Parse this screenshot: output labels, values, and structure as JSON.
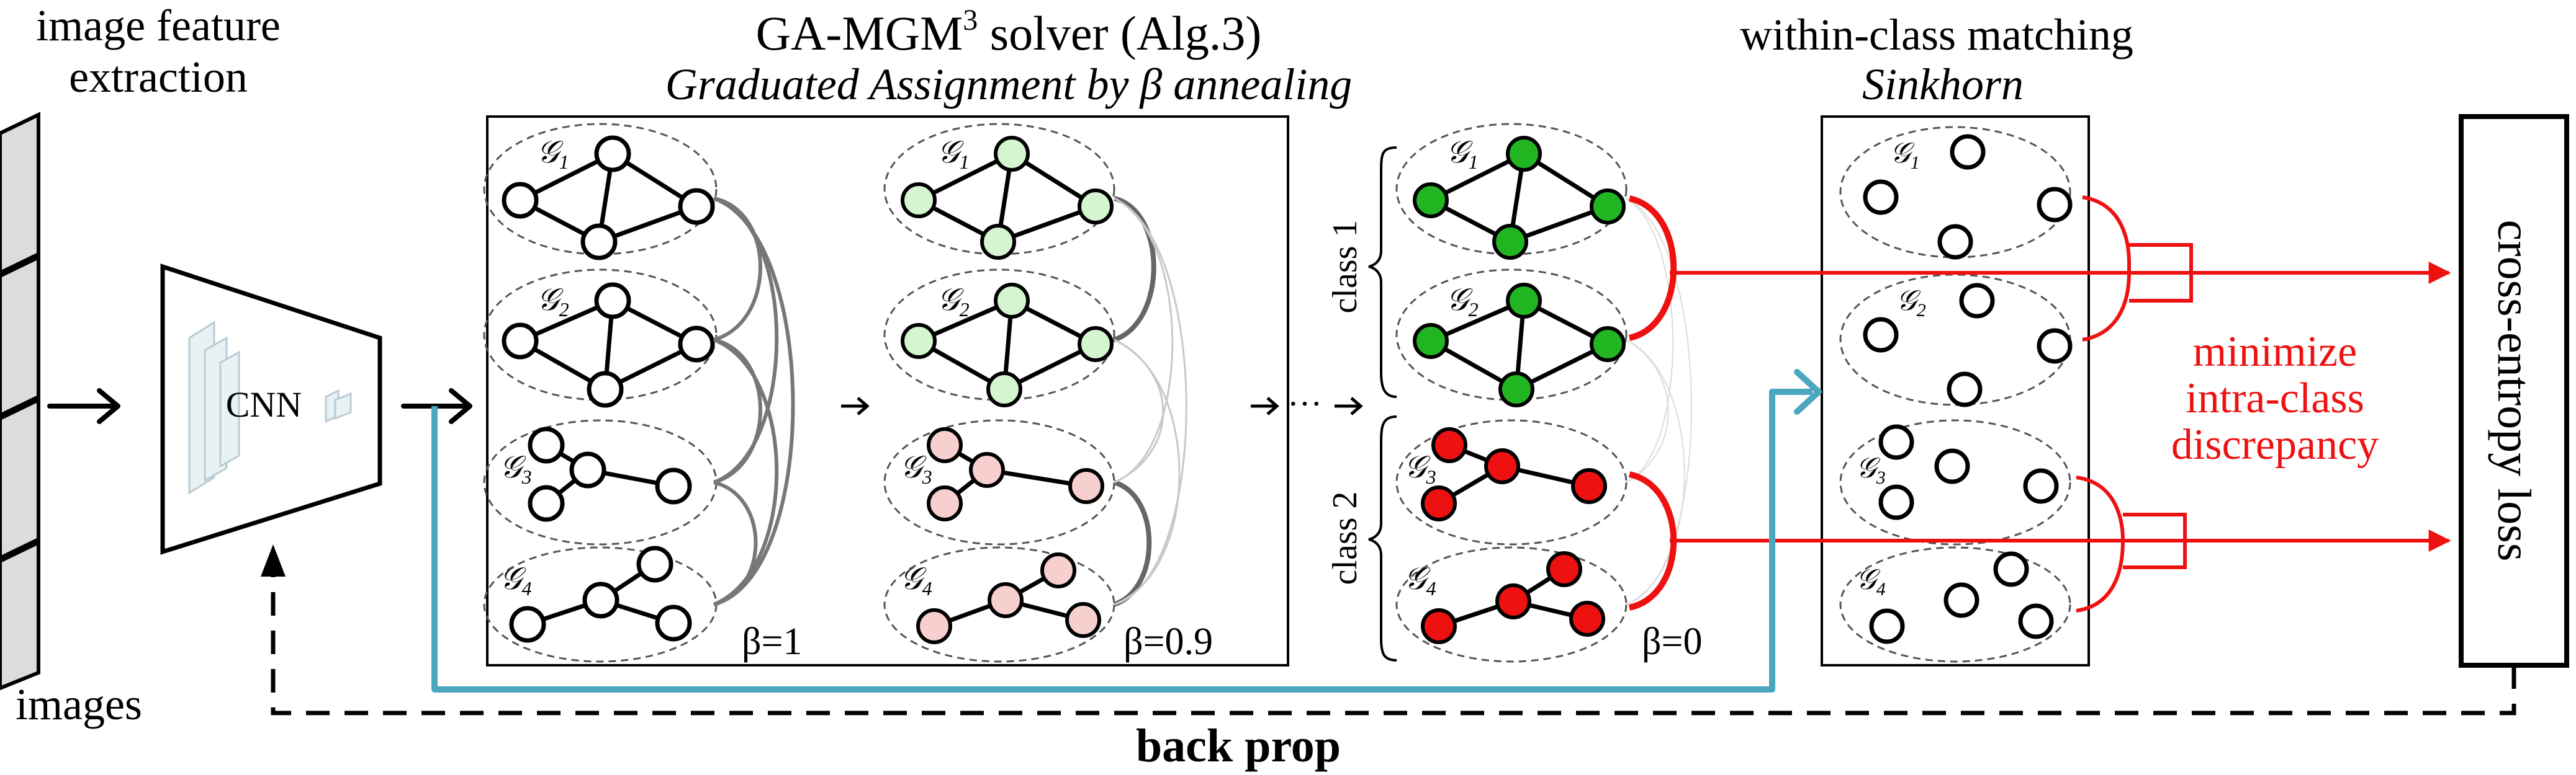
{
  "labels": {
    "feature_extraction_line1": "image feature",
    "feature_extraction_line2": "extraction",
    "images": "images",
    "cnn": "CNN",
    "solver_title": "GA-MGM",
    "solver_title_sup": "3",
    "solver_title_rest": " solver (Alg.3)",
    "solver_subtitle": "Graduated Assignment by β annealing",
    "matching_title": "within-class matching",
    "matching_subtitle": "Sinkhorn",
    "loss": "cross-entropy loss",
    "minimize_line1": "minimize",
    "minimize_line2": "intra-class",
    "minimize_line3": "discrepancy",
    "back_prop": "back prop",
    "class1": "class 1",
    "class2": "class 2",
    "dots": "···"
  },
  "stages": [
    {
      "beta": "β=1"
    },
    {
      "beta": "β=0.9"
    },
    {
      "beta": "β=0"
    }
  ],
  "graph_labels": [
    "𝒢",
    "𝒢",
    "𝒢",
    "𝒢"
  ],
  "graph_subscripts": [
    "1",
    "2",
    "3",
    "4"
  ],
  "colors": {
    "stroke": "#000000",
    "white": "#ffffff",
    "light_green": "#d4f5cf",
    "green": "#22b522",
    "light_red": "#f8cfcf",
    "red": "#ee1111",
    "red_text": "#ee1111",
    "teal": "#4aa7bf",
    "link_dark": "#777777",
    "link_light": "#c8c8c8",
    "panel_fill": "#e6e6e6"
  }
}
